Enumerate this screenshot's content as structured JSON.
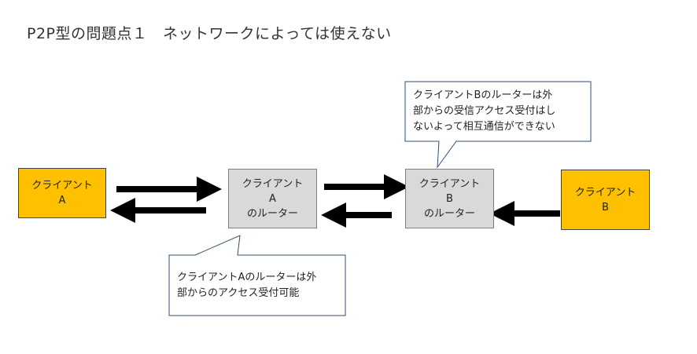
{
  "title": "P2P型の問題点１　ネットワークによっては使えない",
  "nodes": {
    "client_a": {
      "line1": "クライアント",
      "line2": "A"
    },
    "router_a": {
      "line1": "クライアント",
      "line2": "A",
      "line3": "のルーター"
    },
    "router_b": {
      "line1": "クライアント",
      "line2": "B",
      "line3": "のルーター"
    },
    "client_b": {
      "line1": "クライアント",
      "line2": "B"
    }
  },
  "callouts": {
    "top": {
      "line1": "クライアントBのルーターは外",
      "line2": "部からの受信アクセス受付はし",
      "line3": "ないよって相互通信ができない"
    },
    "bottom": {
      "line1": "クライアントAのルーターは外",
      "line2": "部からのアクセス受付可能"
    }
  },
  "colors": {
    "client_fill": "#ffc000",
    "router_fill": "#d9d9d9",
    "arrow": "#000000",
    "callout_border": "#2f4f6f"
  }
}
